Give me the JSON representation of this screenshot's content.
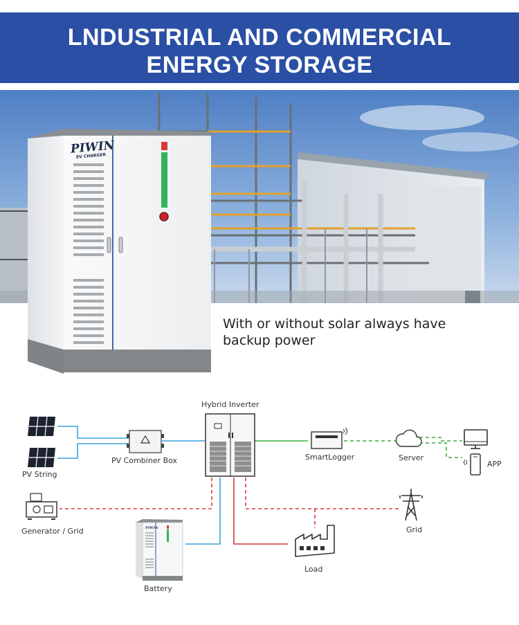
{
  "banner": {
    "title_line1": "LNDUSTRIAL AND COMMERCIAL",
    "title_line2": "ENERGY STORAGE"
  },
  "cabinet": {
    "brand": "PIWIN",
    "subbrand": "EV CHARGER"
  },
  "tagline": {
    "line1": "With or without solar always have",
    "line2": "backup power"
  },
  "diagram": {
    "labels": {
      "hybrid_inverter": "Hybrid Inverter",
      "pv_string": "PV String",
      "pv_combiner_box": "PV Combiner Box",
      "smartlogger": "SmartLogger",
      "server": "Server",
      "app": "APP",
      "generator_grid": "Generator / Grid",
      "grid": "Grid",
      "load": "Load",
      "battery": "Battery"
    },
    "colors": {
      "dc_line": "#3aa0dd",
      "comm_line": "#3caa3c",
      "ac_line": "#d43a3a",
      "banner": "#2a4fa4"
    }
  }
}
